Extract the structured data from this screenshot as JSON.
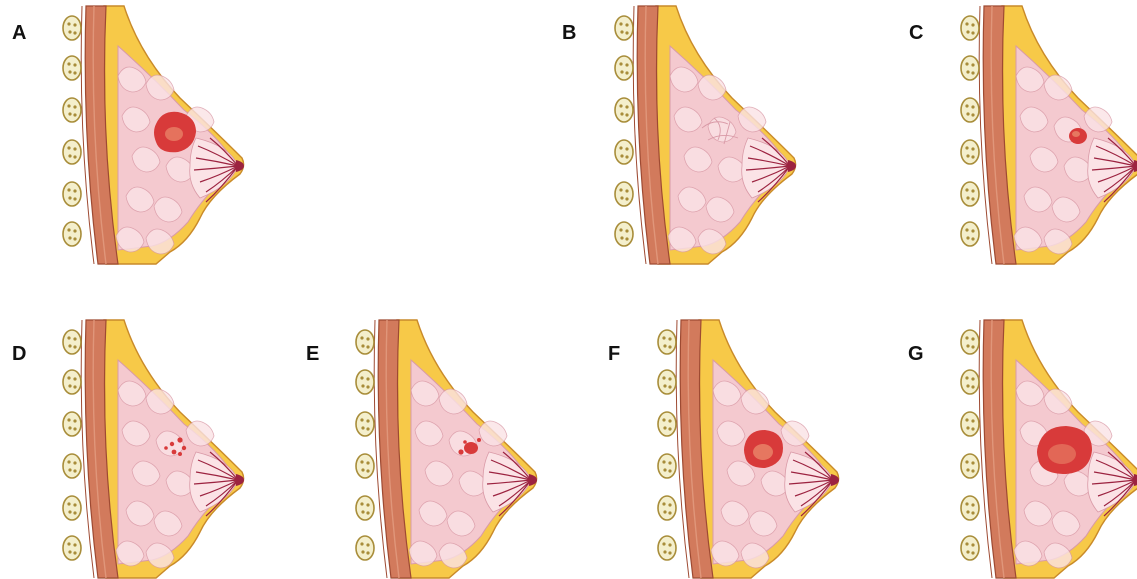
{
  "colors": {
    "background": "#ffffff",
    "skin": "#f7c948",
    "skin_edge": "#c98a2a",
    "muscle": "#d27a5c",
    "muscle_edge": "#9e4a32",
    "muscle_stripe": "#e0967a",
    "rib_fill": "#f4efcc",
    "rib_edge": "#a88d3a",
    "gland": "#f4c9cf",
    "gland_edge": "#d99aa7",
    "lobule": "#fbe3e6",
    "duct": "#9c2340",
    "lesion": "#d83a3a",
    "lesion_highlight": "#f0a07a"
  },
  "panels": [
    {
      "letter": "A",
      "lesion": "large-mass"
    },
    {
      "letter": "B",
      "lesion": "distortion"
    },
    {
      "letter": "C",
      "lesion": "small-nodule"
    },
    {
      "letter": "D",
      "lesion": "calcification-cluster"
    },
    {
      "letter": "E",
      "lesion": "clustered-nodule"
    },
    {
      "letter": "F",
      "lesion": "medium-mass"
    },
    {
      "letter": "G",
      "lesion": "very-large-mass"
    }
  ]
}
